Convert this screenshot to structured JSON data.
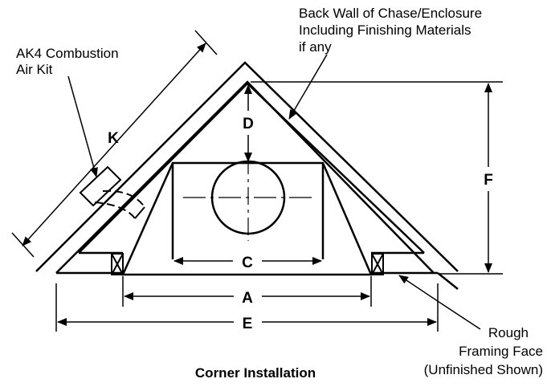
{
  "labels": {
    "kit_line1": "AK4 Combustion",
    "kit_line2": "Air Kit",
    "wall_line1": "Back Wall of Chase/Enclosure",
    "wall_line2": "Including Finishing Materials",
    "wall_line3": "if any",
    "framing_line1": "Rough",
    "framing_line2": "Framing Face",
    "framing_line3": "(Unfinished Shown)",
    "caption": "Corner Installation"
  },
  "dimensions": {
    "A": "A",
    "C": "C",
    "D": "D",
    "E": "E",
    "F": "F",
    "K": "K"
  }
}
